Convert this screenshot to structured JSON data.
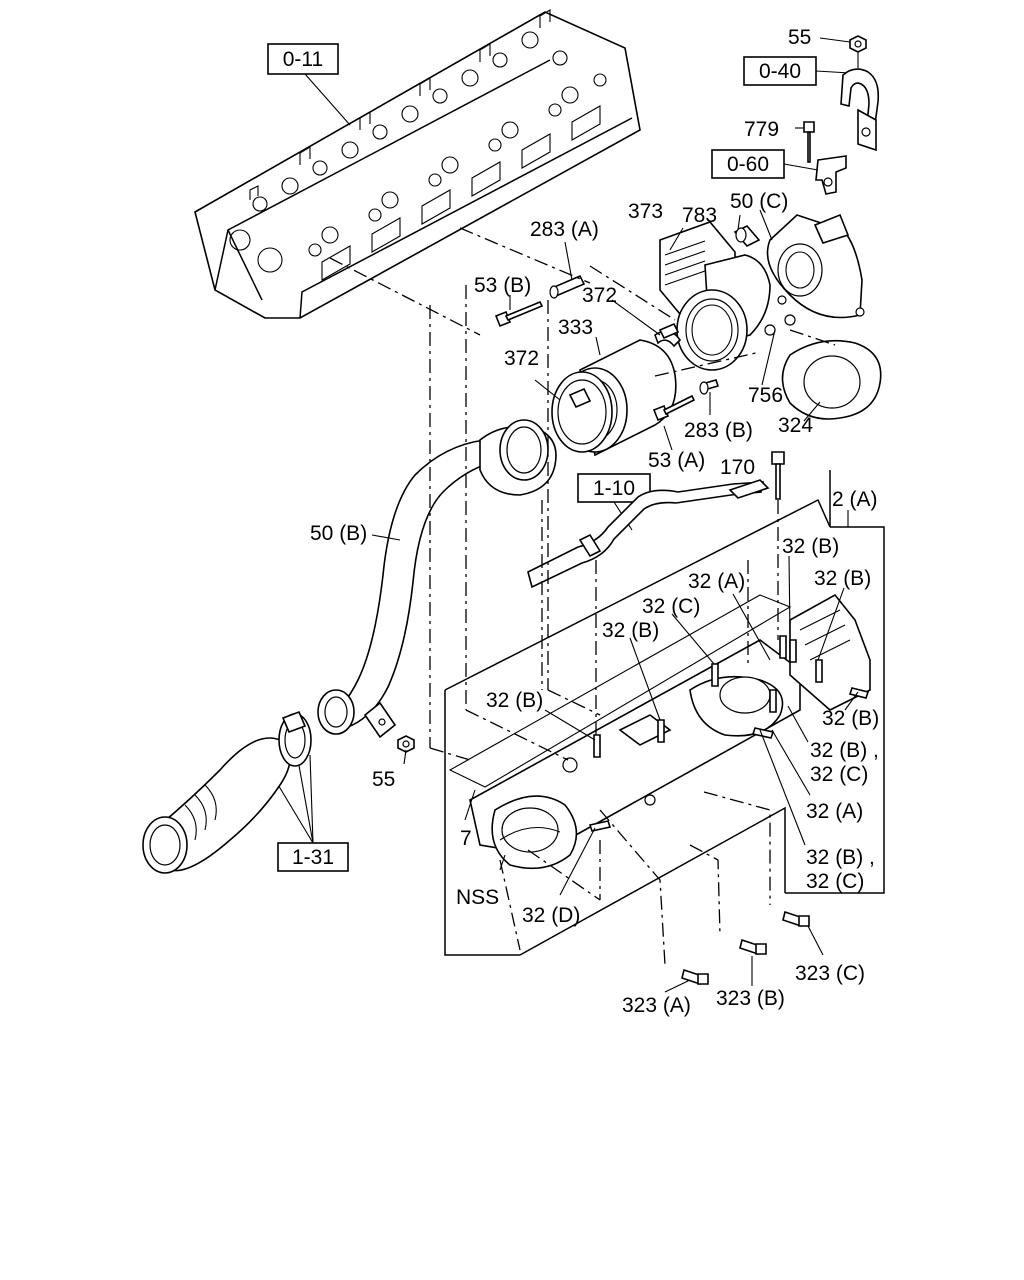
{
  "refs": {
    "r0_11": "0-11",
    "r0_40": "0-40",
    "r0_60": "0-60",
    "r1_10": "1-10",
    "r1_31": "1-31"
  },
  "labels": {
    "p55_top": "55",
    "p779": "779",
    "p50c": "50 (C)",
    "p783": "783",
    "p373": "373",
    "p283a": "283 (A)",
    "p53b": "53 (B)",
    "p372_top": "372",
    "p333": "333",
    "p372_left": "372",
    "p756": "756",
    "p324": "324",
    "p283b": "283 (B)",
    "p53a": "53 (A)",
    "p170": "170",
    "p2a": "2 (A)",
    "p50b": "50 (B)",
    "p32b_1": "32 (B)",
    "p32b_2": "32 (B)",
    "p32a_1": "32 (A)",
    "p32c_1": "32 (C)",
    "p32b_3": "32 (B)",
    "p32b_4": "32 (B)",
    "p32b_5": "32 (B)",
    "p32bc_1a": "32 (B) ,",
    "p32bc_1b": "32 (C)",
    "p32a_2": "32 (A)",
    "p32bc_2a": "32 (B) ,",
    "p32bc_2b": "32 (C)",
    "p55_bottom": "55",
    "p7": "7",
    "pNSS": "NSS",
    "p32d": "32 (D)",
    "p323a": "323 (A)",
    "p323b": "323 (B)",
    "p323c": "323 (C)"
  }
}
